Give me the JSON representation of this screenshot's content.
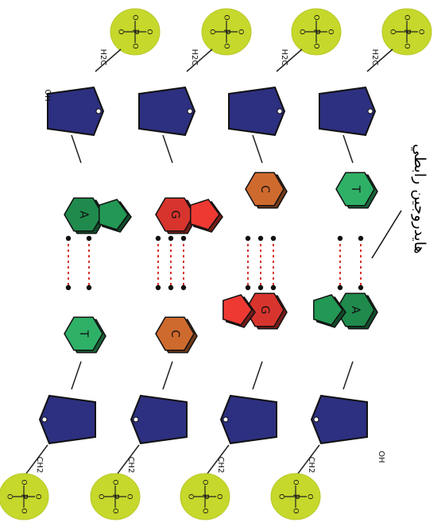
{
  "annotation": {
    "label": "هايدروجين رابطي"
  },
  "top": {
    "oh_label": "OH",
    "ch2_label": "H2C",
    "phosphate_text": "O-P-O"
  },
  "bottom": {
    "oh_label": "OH",
    "ch2_label": "CH2",
    "phosphate_text": "O-P-O"
  },
  "pairs": [
    {
      "left_base": "T",
      "right_base": "A",
      "hbonds": 2
    },
    {
      "left_base": "C",
      "right_base": "G",
      "hbonds": 3
    },
    {
      "left_base": "G",
      "right_base": "C",
      "hbonds": 3
    },
    {
      "left_base": "A",
      "right_base": "T",
      "hbonds": 2
    }
  ],
  "colors": {
    "phosphate": "#c5d82b",
    "sugar": "#2d2f80",
    "A": "#1f8a4c",
    "T": "#2fb067",
    "G": "#d8342e",
    "C": "#cf6a2e",
    "hbond": "#d8342e"
  }
}
